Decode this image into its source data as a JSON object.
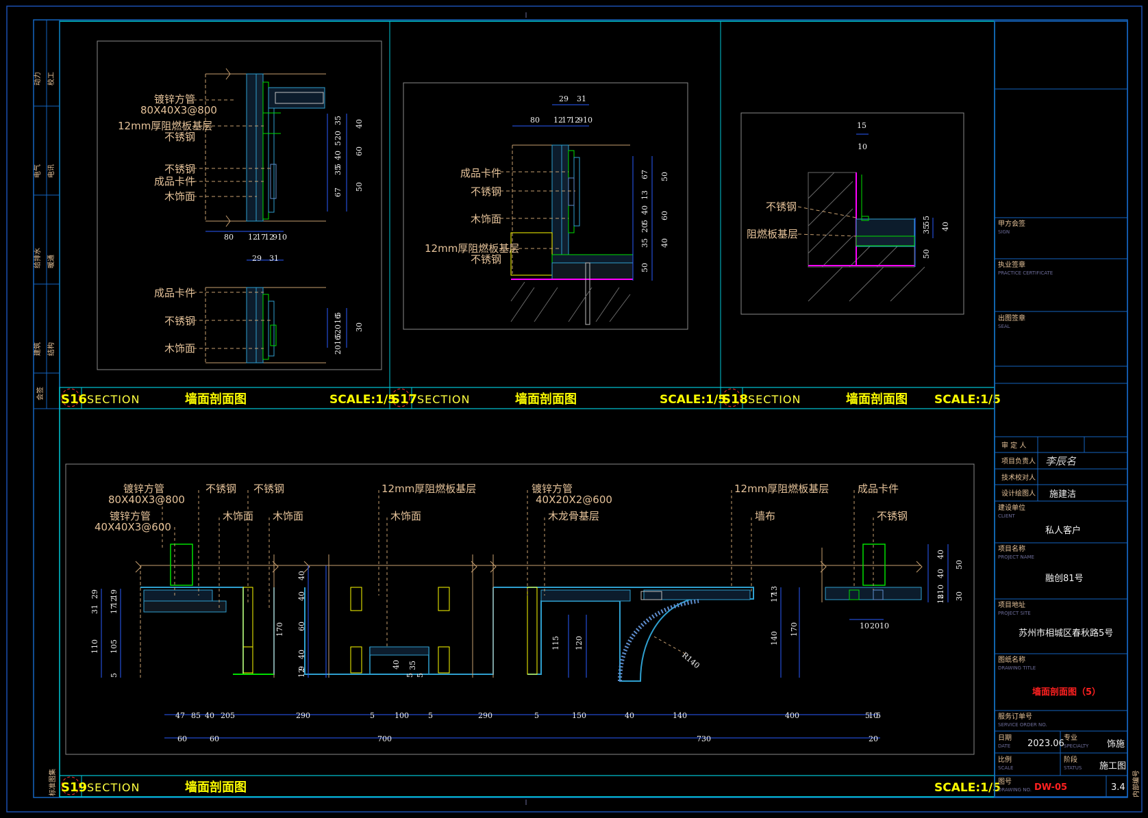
{
  "sections": [
    {
      "id": "S16",
      "section_word": "SECTION",
      "title": "墙面剖面图",
      "scale": "SCALE:1/5"
    },
    {
      "id": "S17",
      "section_word": "SECTION",
      "title": "墙面剖面图",
      "scale": "SCALE:1/5"
    },
    {
      "id": "S18",
      "section_word": "SECTION",
      "title": "墙面剖面图",
      "scale": "SCALE:1/5"
    },
    {
      "id": "S19",
      "section_word": "SECTION",
      "title": "墙面剖面图",
      "scale": "SCALE:1/5"
    }
  ],
  "s16": {
    "labels": [
      "镀锌方管",
      "80X40X3@800",
      "12mm厚阻燃板基层",
      "不锈钢",
      "不锈钢",
      "成品卡件",
      "木饰面",
      "成品卡件",
      "不锈钢",
      "木饰面"
    ],
    "dims_bottom": [
      "80",
      "12",
      "17",
      "12",
      "9",
      "10",
      "29",
      "31"
    ],
    "dims_right_inner": [
      "35",
      "20",
      "5",
      "40",
      "5",
      "35",
      "67"
    ],
    "dims_right_outer": [
      "40",
      "60",
      "50"
    ],
    "dims_detail_inner": [
      "5",
      "16",
      "20",
      "5",
      "16",
      "20"
    ],
    "dims_detail_outer": [
      "30"
    ]
  },
  "s17": {
    "labels": [
      "成品卡件",
      "不锈钢",
      "木饰面",
      "12mm厚阻燃板基层",
      "不锈钢"
    ],
    "dims_top": [
      "29",
      "31",
      "80",
      "12",
      "17",
      "12",
      "9",
      "10"
    ],
    "dims_right_inner": [
      "67",
      "13",
      "40",
      "5",
      "20",
      "35",
      "50"
    ],
    "dims_right_outer": [
      "50",
      "60",
      "40"
    ]
  },
  "s18": {
    "labels": [
      "不锈钢",
      "阻燃板基层"
    ],
    "dims": [
      "15",
      "10",
      "5",
      "5",
      "35",
      "40",
      "50"
    ]
  },
  "s19": {
    "labels": [
      "镀锌方管",
      "80X40X3@800",
      "镀锌方管",
      "40X40X3@600",
      "不锈钢",
      "不锈钢",
      "木饰面",
      "木饰面",
      "12mm厚阻燃板基层",
      "木饰面",
      "镀锌方管",
      "40X20X2@600",
      "木龙骨基层",
      "12mm厚阻燃板基层",
      "墙布",
      "成品卡件",
      "不锈钢"
    ],
    "dims_row1": [
      "47",
      "85",
      "40",
      "20",
      "5",
      "290",
      "5",
      "100",
      "5",
      "290",
      "5",
      "150",
      "40",
      "140",
      "400",
      "5",
      "10",
      "5"
    ],
    "dims_row2": [
      "60",
      "60",
      "700",
      "730",
      "20"
    ],
    "dims_left": [
      "29",
      "19",
      "12",
      "17",
      "31",
      "110",
      "105",
      "5"
    ],
    "dims_mid": [
      "40",
      "40",
      "60",
      "40",
      "9",
      "12",
      "170",
      "40",
      "5",
      "35",
      "5"
    ],
    "dims_right": [
      "115",
      "120",
      "170",
      "140",
      "13",
      "17",
      "R140"
    ],
    "dims_far_right": [
      "40",
      "40",
      "50",
      "10",
      "8",
      "12",
      "30",
      "10",
      "20",
      "10"
    ]
  },
  "left_strip": [
    "动力",
    "校工",
    "电气",
    "电讯",
    "给排水",
    "暖通",
    "建筑",
    "结构",
    "会签"
  ],
  "bottom_left_strip": "标准图集",
  "bottom_right_strip": "内部编号",
  "title_block": {
    "sign_label": "甲方会签",
    "sign_en": "SIGN",
    "cert_label": "执业签章",
    "cert_en": "PRACTICE CERTIFICATE",
    "seal_label": "出图签章",
    "seal_en": "SEAL",
    "roles": [
      {
        "label": "审 定 人",
        "value": ""
      },
      {
        "label": "项目负责人",
        "value": "李辰名"
      },
      {
        "label": "技术校对人",
        "value": ""
      },
      {
        "label": "设计绘图人",
        "value": "施建洁"
      }
    ],
    "client_label": "建设单位",
    "client_en": "CLIENT",
    "client_value": "私人客户",
    "project_label": "项目名称",
    "project_en": "PROJECT NAME",
    "project_value": "融创81号",
    "site_label": "项目地址",
    "site_en": "PROJECT SITE",
    "site_value": "苏州市相城区春秋路5号",
    "drawing_label": "图纸名称",
    "drawing_en": "DRAWING TITLE",
    "drawing_value": "墙面剖面图（5）",
    "order_label": "服务订单号",
    "order_en": "SERVICE ORDER NO.",
    "date_label": "日期",
    "date_en": "DATE",
    "date_value": "2023.06",
    "specialty_label": "专业",
    "specialty_en": "SPECIALTY",
    "specialty_value": "饰施",
    "scale_label": "比例",
    "scale_en": "SCALE",
    "status_label": "阶段",
    "status_en": "STATUS",
    "status_value": "施工图",
    "dwgno_label": "图号",
    "dwgno_en": "DRAWING NO.",
    "dwgno_value": "DW-05",
    "sheet_value": "3.4"
  },
  "colors": {
    "frame": "#1565c0",
    "cyan": "#00c8d8",
    "yellow": "#ffff00",
    "green": "#00e000",
    "label": "#e6c39a",
    "dim": "#f2f2f2",
    "dimline": "#2a5cff",
    "magenta": "#ff00ff",
    "red": "#ff2020"
  }
}
